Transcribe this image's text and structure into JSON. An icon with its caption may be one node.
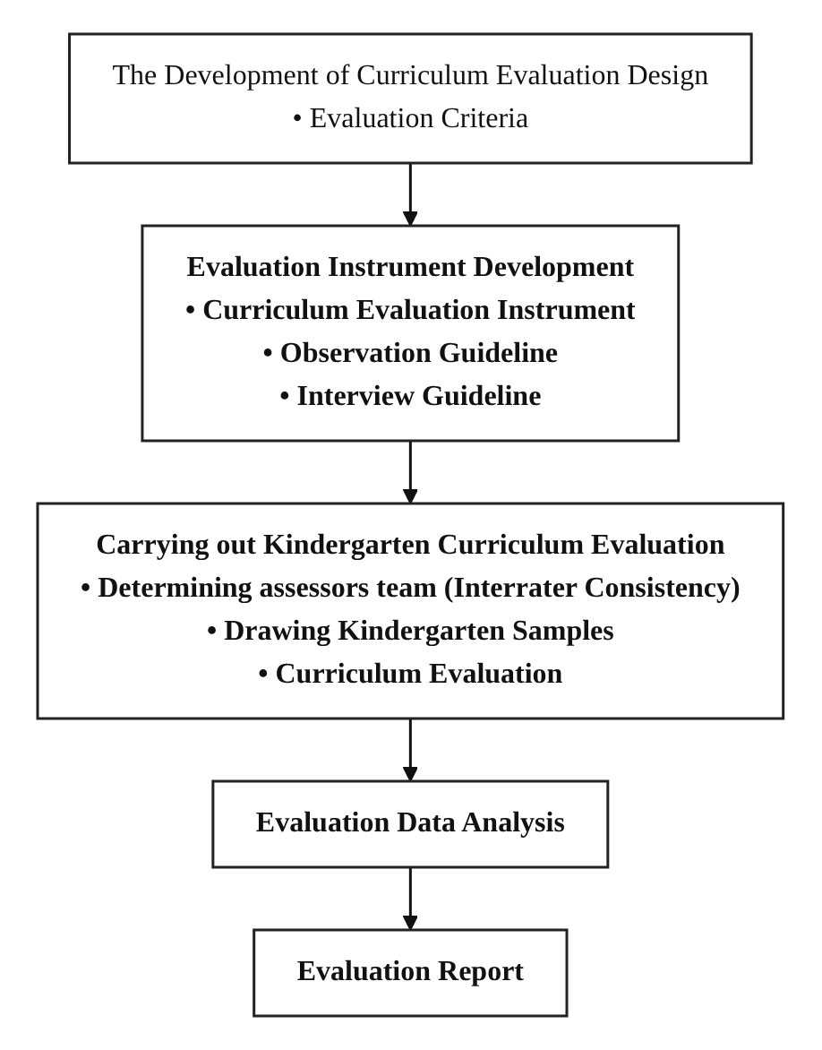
{
  "diagram": {
    "nodes": [
      {
        "text": [
          "The Development of Curriculum Evaluation Design",
          "• Evaluation Criteria"
        ]
      },
      {
        "text": [
          "Evaluation Instrument Development",
          "• Curriculum Evaluation Instrument",
          "• Observation Guideline",
          "• Interview Guideline"
        ]
      },
      {
        "text": [
          "Carrying out Kindergarten Curriculum Evaluation",
          "• Determining assessors team (Interrater Consistency)",
          "• Drawing Kindergarten Samples",
          "• Curriculum Evaluation"
        ]
      },
      {
        "text": [
          "Evaluation Data Analysis"
        ]
      },
      {
        "text": [
          "Evaluation Report"
        ]
      }
    ],
    "edges": [
      {
        "from": 0,
        "to": 1,
        "arrow": "to"
      },
      {
        "from": 1,
        "to": 2,
        "arrow": "to"
      },
      {
        "from": 2,
        "to": 3,
        "arrow": "to"
      },
      {
        "from": 3,
        "to": 4,
        "arrow": "to"
      }
    ]
  }
}
